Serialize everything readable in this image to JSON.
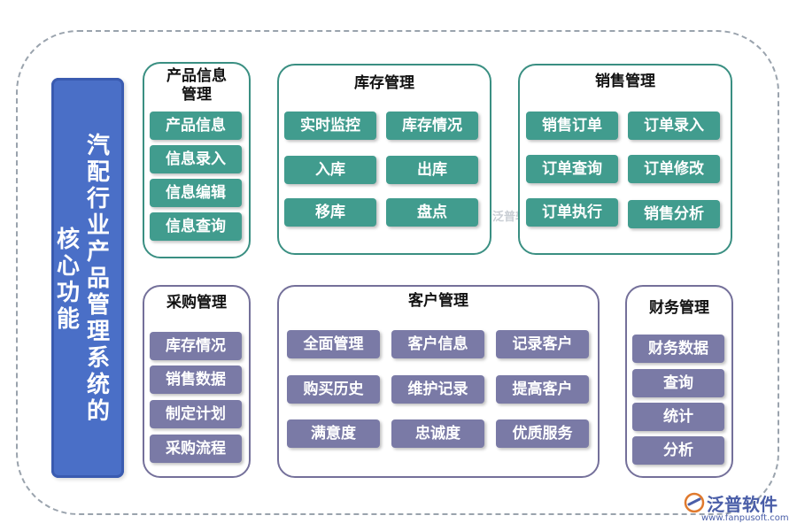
{
  "core": {
    "col1": "汽配行业产品管理系统的",
    "col2": "核心功能"
  },
  "panels": {
    "product_info": {
      "title": "产品信息管理",
      "items": [
        "产品信息",
        "信息录入",
        "信息编辑",
        "信息查询"
      ]
    },
    "inventory": {
      "title": "库存管理",
      "items": [
        "实时监控",
        "库存情况",
        "入库",
        "出库",
        "移库",
        "盘点"
      ]
    },
    "sales": {
      "title": "销售管理",
      "items": [
        "销售订单",
        "订单录入",
        "订单查询",
        "订单修改",
        "订单执行",
        "销售分析"
      ]
    },
    "purchase": {
      "title": "采购管理",
      "items": [
        "库存情况",
        "销售数据",
        "制定计划",
        "采购流程"
      ]
    },
    "customer": {
      "title": "客户管理",
      "items": [
        "全面管理",
        "客户信息",
        "记录客户",
        "购买历史",
        "维护记录",
        "提高客户",
        "满意度",
        "忠诚度",
        "优质服务"
      ]
    },
    "finance": {
      "title": "财务管理",
      "items": [
        "财务数据",
        "查询",
        "统计",
        "分析"
      ]
    }
  },
  "watermark": "泛普软件",
  "logo": {
    "name": "泛普软件",
    "url": "www.fanpusoft.com"
  },
  "colors": {
    "teal": "#419c8e",
    "violet": "#7a7aa6",
    "core": "#4a6fc7"
  }
}
